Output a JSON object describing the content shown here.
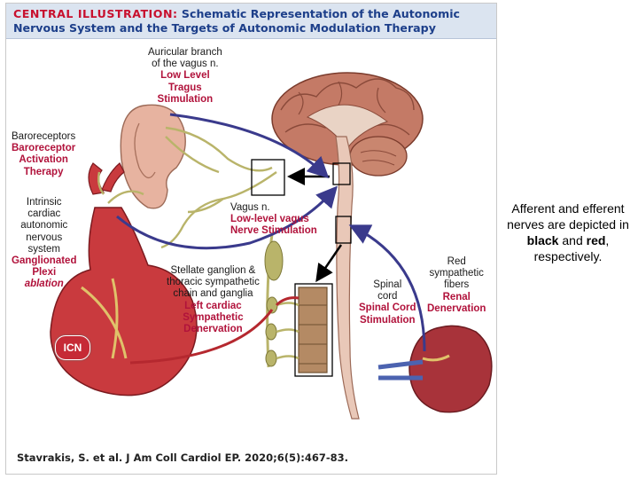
{
  "header": {
    "label": "CENTRAL ILLUSTRATION:",
    "title": "Schematic Representation of the Autonomic Nervous System and the Targets of Autonomic Modulation Therapy"
  },
  "labels": {
    "auricular": {
      "line1": "Auricular branch",
      "line2": "of the vagus n.",
      "therapy1": "Low Level",
      "therapy2": "Tragus",
      "therapy3": "Stimulation"
    },
    "baro": {
      "anatomy": "Baroreceptors",
      "therapy1": "Baroreceptor",
      "therapy2": "Activation",
      "therapy3": "Therapy"
    },
    "intrinsic": {
      "line1": "Intrinsic",
      "line2": "cardiac",
      "line3": "autonomic",
      "line4": "nervous",
      "line5": "system",
      "therapy1": "Ganglionated",
      "therapy2": "Plexi",
      "therapy3": "ablation"
    },
    "vagus": {
      "anatomy": "Vagus n.",
      "therapy1": "Low-level vagus",
      "therapy2": "Nerve Stimulation"
    },
    "stellate": {
      "line1": "Stellate ganglion &",
      "line2": "thoracic sympathetic",
      "line3": "chain and ganglia",
      "therapy1": "Left cardiac",
      "therapy2": "Sympathetic",
      "therapy3": "Denervation"
    },
    "spinal": {
      "line1": "Spinal",
      "line2": "cord",
      "therapy1": "Spinal Cord",
      "therapy2": "Stimulation"
    },
    "renal": {
      "line1": "Red",
      "line2": "sympathetic",
      "line3": "fibers",
      "therapy1": "Renal",
      "therapy2": "Denervation"
    },
    "icn": "ICN"
  },
  "citation": "Stavrakis, S. et al. J Am Coll Cardiol EP. 2020;6(5):467-83.",
  "note": {
    "part1": "Afferent and efferent nerves are depicted in",
    "black": "black",
    "and": "and",
    "red": "red",
    "part2": ", respectively."
  },
  "colors": {
    "afferent_arrow": "#3a3a8c",
    "efferent_arrow": "#b5282f",
    "therapy_text": "#b1123b",
    "title": "#1d3f8a",
    "header_label": "#c8102e"
  }
}
